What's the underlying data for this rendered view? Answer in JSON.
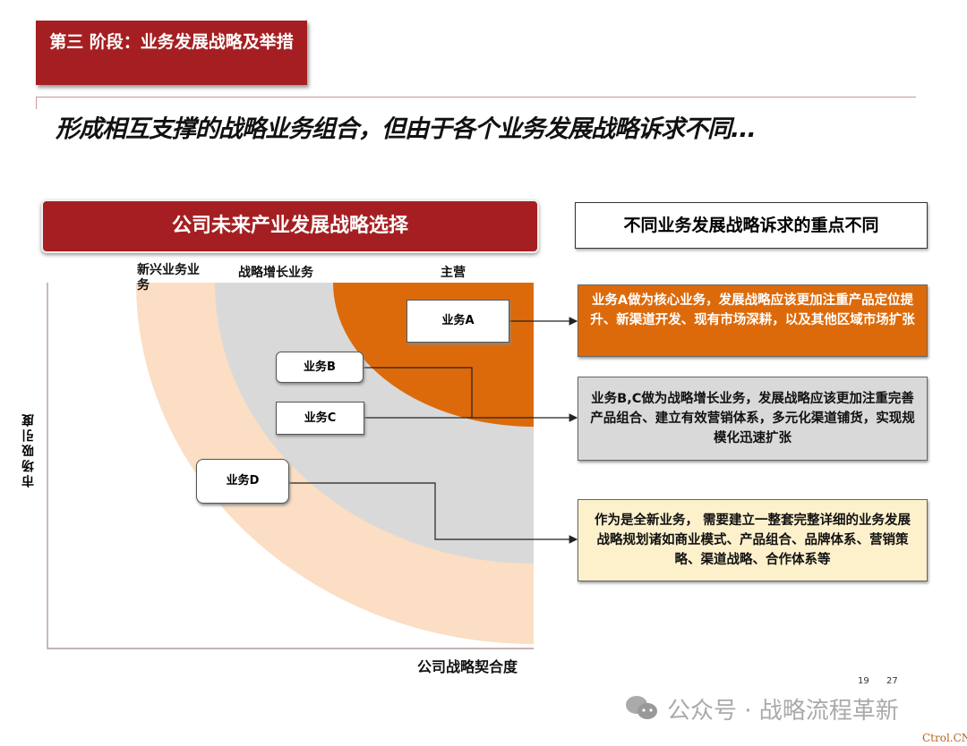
{
  "stage_title": "第三 阶段：业务发展战略及举措",
  "headline": "形成相互支撑的战略业务组合，但由于各个业务发展战略诉求不同...",
  "left_panel": {
    "title": "公司未来产业发展战略选择",
    "zone_labels": {
      "emerging": "新兴业务业务",
      "growth": "战略增长业务",
      "core": "主营"
    },
    "y_axis": "市场吸引度",
    "x_axis": "公司战略契合度",
    "businesses": {
      "a": "业务A",
      "b": "业务B",
      "c": "业务C",
      "d": "业务D"
    },
    "colors": {
      "core": "#dd6a0a",
      "growth": "#d9d9d9",
      "emerging": "#fbdec3"
    }
  },
  "right_panel": {
    "title": "不同业务发展战略诉求的重点不同",
    "descriptions": [
      {
        "text": "业务A做为核心业务，发展战略应该更加注重产品定位提升、新渠道开发、现有市场深耕，以及其他区域市场扩张",
        "color": "#dd6a0a"
      },
      {
        "text": "业务B,C做为战略增长业务，发展战略应该更加注重完善产品组合、建立有效营销体系，多元化渠道铺货，实现规模化迅速扩张",
        "color": "#d9d9d9"
      },
      {
        "text": "作为是全新业务，  需要建立一整套完整详细的业务发展战略规划诸如商业模式、产品组合、品牌体系、营销策略、渠道战略、合作体系等",
        "color": "#fdf1cc"
      }
    ]
  },
  "footer": {
    "page_num": "19",
    "page_total": "27",
    "watermark": "公众号 · 战略流程革新",
    "source": "Ctrol.CN"
  }
}
